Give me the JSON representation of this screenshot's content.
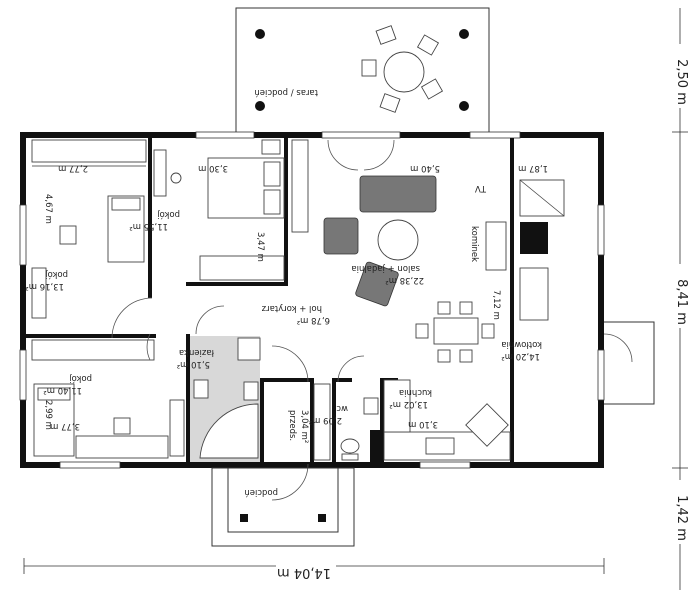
{
  "colors": {
    "wall": "#111111",
    "bathroom_fill": "#d8d8d8",
    "furniture": "#777777",
    "background": "#ffffff"
  },
  "rooms": {
    "taras": {
      "name": "taras / podcień"
    },
    "pokoj_top": {
      "name": "pokój",
      "area": "11,55 m²",
      "width": "3,30 m",
      "depth": "3,47 m"
    },
    "pokoj_left": {
      "name": "pokój",
      "area": "13,16 m²",
      "width": "2,77 m",
      "depth": "4,67 m"
    },
    "pokoj_bottom": {
      "name": "pokój",
      "area": "11,40 m²",
      "width": "3,77 m",
      "depth": "2,99 m"
    },
    "salon": {
      "name": "salon + jadalnia",
      "area": "22,38 m²",
      "width": "5,40 m",
      "depth": "7,12 m"
    },
    "hol": {
      "name": "hol + korytarz",
      "area": "6,78 m²"
    },
    "lazienka": {
      "name": "łazienka",
      "area": "5,10 m²"
    },
    "przedsionek": {
      "name": "przeds.",
      "area": "3,04 m²"
    },
    "wc": {
      "name": "wc",
      "area": "2,09 m²"
    },
    "kuchnia": {
      "name": "kuchnia",
      "area": "13,02 m²",
      "width": "3,10 m"
    },
    "kotlownia": {
      "name": "kotłownia",
      "area": "14,20 m²",
      "width": "1,87 m"
    },
    "podcien": {
      "name": "podcień"
    }
  },
  "labels": {
    "tv": "TV",
    "kominek": "kominek"
  },
  "dimensions": {
    "total_width": "14,04 m",
    "right_top": "2,50 m",
    "right_middle": "8,41 m",
    "right_bottom": "1,42 m"
  }
}
